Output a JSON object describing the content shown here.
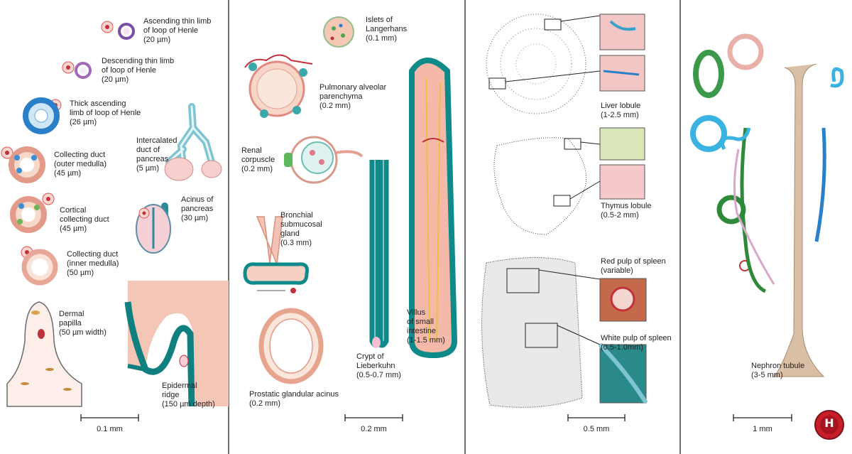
{
  "panels": [
    {
      "labels": {
        "ascending_thin": "Ascending thin limb\nof loop of Henle\n(20 µm)",
        "descending_thin": "Descending thin limb\nof loop of Henle\n(20 µm)",
        "thick_ascending": "Thick ascending\nlimb of loop of Henle\n(26 µm)",
        "collecting_outer": "Collecting duct\n(outer medulla)\n(45 µm)",
        "cortical_collecting": "Cortical\ncollecting duct\n(45 µm)",
        "collecting_inner": "Collecting duct\n(inner medulla)\n(50 µm)",
        "intercalated": "Intercalated\nduct of\npancreas\n(5 µm)",
        "acinus": "Acinus of\npancreas\n(30 µm)",
        "dermal_papilla": "Dermal\npapilla\n(50 µm width)",
        "epidermal_ridge": "Epidermal\nridge\n(150 µm depth)"
      },
      "scale_bar": "0.1 mm"
    },
    {
      "labels": {
        "islets": "Islets of\nLangerhans\n(0.1 mm)",
        "pulmonary": "Pulmonary alveolar\nparenchyma\n(0.2 mm)",
        "renal": "Renal\ncorpuscle\n(0.2 mm)",
        "bronchial": "Bronchial\nsubmucosal\ngland\n(0.3 mm)",
        "prostatic": "Prostatic glandular acinus\n(0.2 mm)",
        "crypt": "Crypt of\nLieberkuhn\n(0.5-0.7 mm)",
        "villus": "Villus\nof small\nintestine\n(1-1.5 mm)"
      },
      "scale_bar": "0.2 mm"
    },
    {
      "labels": {
        "liver": "Liver lobule\n(1-2.5 mm)",
        "thymus": "Thymus lobule\n(0.5-2 mm)",
        "red_pulp": "Red pulp of spleen\n(variable)",
        "white_pulp": "White pulp of spleen\n(0.5-1.0mm)"
      },
      "scale_bar": "0.5 mm"
    },
    {
      "labels": {
        "nephron": "Nephron tubule\n(3-5 mm)"
      },
      "scale_bar": "1 mm",
      "logo": "H"
    }
  ],
  "colors": {
    "teal": "#0f8a8a",
    "pink": "#f4c3b8",
    "red": "#c2303a",
    "blue": "#2a7fc9",
    "green": "#3a9a4a",
    "tan": "#c9a98a",
    "purple": "#7a4ea0"
  }
}
